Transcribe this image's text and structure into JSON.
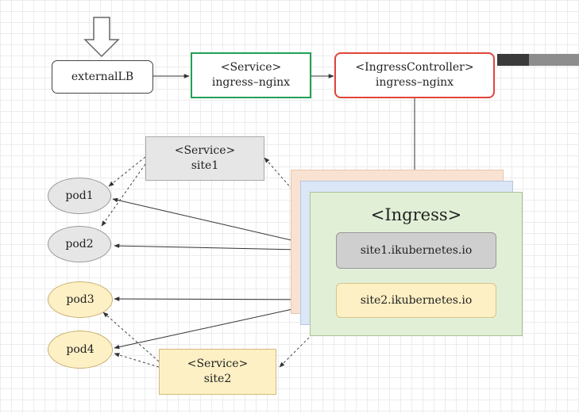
{
  "external_lb": {
    "label": "externalLB"
  },
  "service_ingress_nginx": {
    "line1": "<Service>",
    "line2": "ingress–nginx"
  },
  "ingress_controller": {
    "line1": "<IngressController>",
    "line2": "ingress–nginx"
  },
  "service_site1": {
    "line1": "<Service>",
    "line2": "site1"
  },
  "service_site2": {
    "line1": "<Service>",
    "line2": "site2"
  },
  "ingress": {
    "title": "<Ingress>",
    "rule1": "site1.ikubernetes.io",
    "rule2": "site2.ikubernetes.io"
  },
  "pods": [
    "pod1",
    "pod2",
    "pod3",
    "pod4"
  ],
  "colors": {
    "service_nginx_border": "#22a055",
    "controller_border": "#e0453a",
    "grey_fill": "#e6e6e6",
    "yellow_fill": "#fdf0c4",
    "ingress_green": "#e1efd6",
    "ingress_blue": "#dbe6f7",
    "ingress_orange": "#f9e2d2"
  }
}
